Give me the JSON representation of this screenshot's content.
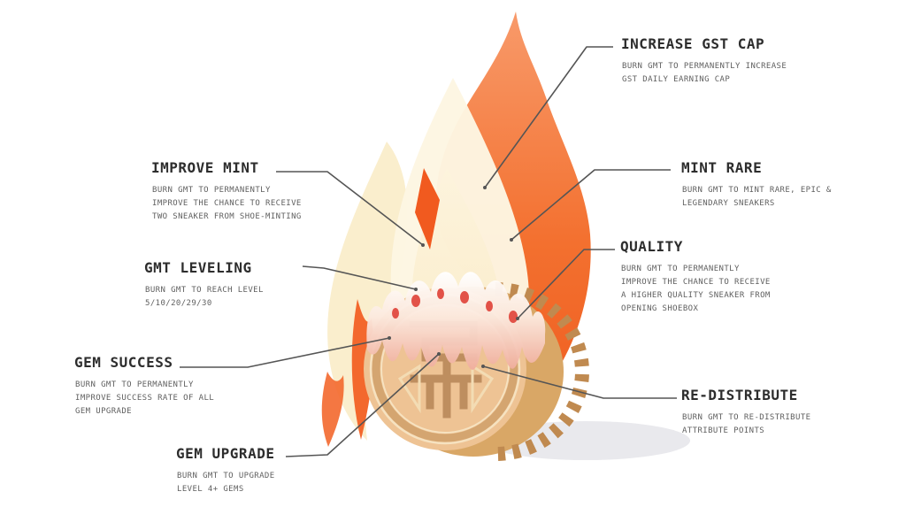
{
  "figure": {
    "subject": "GMT burn infographic: coin melting in a flame",
    "icons": {
      "flame": "flame-illustration",
      "coin": "gmt-coin-illustration",
      "shadow": "ground-shadow"
    }
  },
  "colors": {
    "background": "#ffffff",
    "flame_orange_dark": "#ef5c1f",
    "flame_orange_light": "#f89a6a",
    "flame_orange_accent": "#f15a1f",
    "flame_cream": "#faeecd",
    "flame_ivory": "#fdf6e2",
    "flame_pale_yellow": "#f9e9c0",
    "melt_white": "#ffffff",
    "melt_pink": "#f0ad9c",
    "melt_red": "#e25248",
    "coin_face": "#eec394",
    "coin_edge": "#d9a766",
    "coin_ridge": "#c08a50",
    "coin_engrave": "#b9895a",
    "coin_highlight": "#f6e2c0",
    "leader_line": "#555555",
    "title_text": "#2d2d2d",
    "desc_text": "#5f5f5f",
    "shadow": "#e9e9ed"
  },
  "callouts": [
    {
      "id": "increase-gst-cap",
      "side": "right",
      "title": "INCREASE GST CAP",
      "desc": "BURN GMT TO PERMANENTLY INCREASE\nGST DAILY EARNING CAP"
    },
    {
      "id": "mint-rare",
      "side": "right",
      "title": "MINT RARE",
      "desc": "BURN GMT TO MINT RARE, EPIC &\nLEGENDARY SNEAKERS"
    },
    {
      "id": "quality",
      "side": "right",
      "title": "QUALITY",
      "desc": "BURN GMT TO PERMANENTLY\nIMPROVE THE CHANCE TO RECEIVE\nA HIGHER QUALITY SNEAKER FROM\nOPENING SHOEBOX"
    },
    {
      "id": "re-distribute",
      "side": "right",
      "title": "RE-DISTRIBUTE",
      "desc": "BURN GMT TO RE-DISTRIBUTE\nATTRIBUTE POINTS"
    },
    {
      "id": "improve-mint",
      "side": "left",
      "title": "IMPROVE MINT",
      "desc": "BURN GMT TO PERMANENTLY\nIMPROVE THE CHANCE TO RECEIVE\nTWO SNEAKER FROM SHOE-MINTING"
    },
    {
      "id": "gmt-leveling",
      "side": "left",
      "title": "GMT LEVELING",
      "desc": "BURN GMT TO REACH LEVEL\n5/10/20/29/30"
    },
    {
      "id": "gem-success",
      "side": "left",
      "title": "GEM SUCCESS",
      "desc": "BURN GMT TO PERMANENTLY\nIMPROVE SUCCESS RATE OF ALL\nGEM UPGRADE"
    },
    {
      "id": "gem-upgrade",
      "side": "left",
      "title": "GEM UPGRADE",
      "desc": "BURN GMT TO UPGRADE\nLEVEL 4+ GEMS"
    }
  ]
}
